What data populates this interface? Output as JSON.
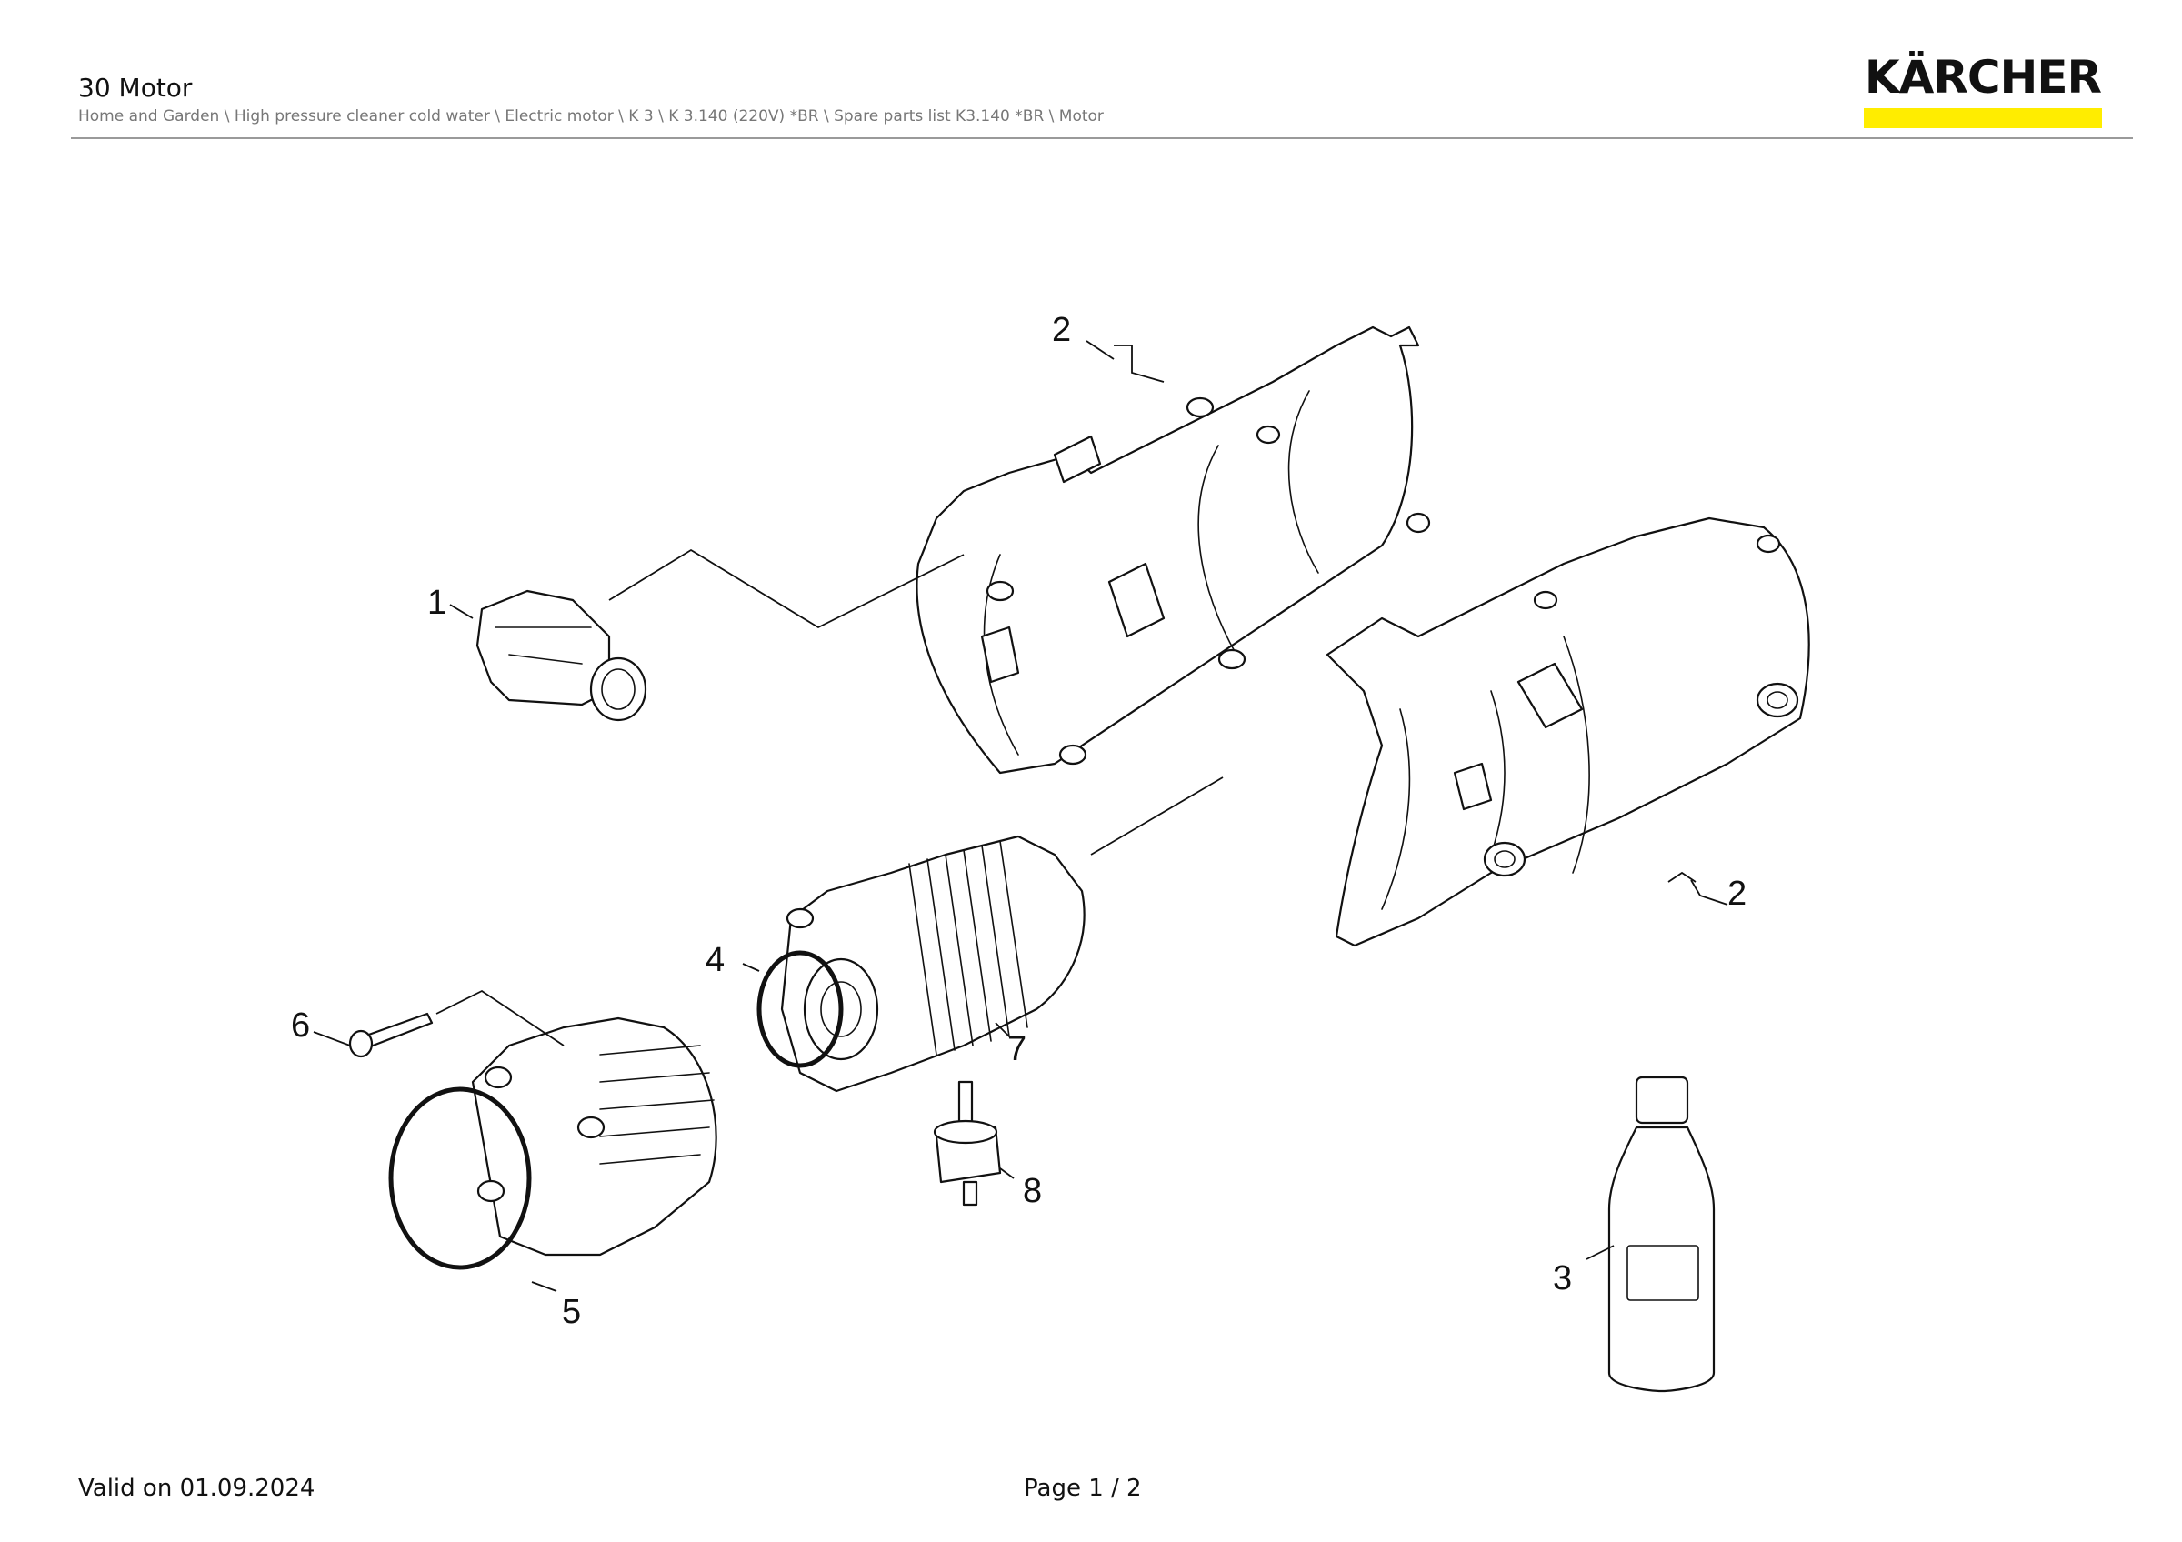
{
  "header": {
    "title": "30 Motor",
    "breadcrumb": "Home and Garden \\ High pressure cleaner cold water \\ Electric motor \\ K 3 \\ K 3.140 (220V) *BR \\ Spare parts list K3.140 *BR \\ Motor",
    "logo_text": "KÄRCHER",
    "brand_color": "#ffed00"
  },
  "drawing": {
    "callouts": [
      "1",
      "2",
      "2",
      "3",
      "4",
      "5",
      "6",
      "7",
      "8"
    ],
    "parts": [
      {
        "icon": "switch-assembly-icon"
      },
      {
        "icon": "housing-half-upper-icon"
      },
      {
        "icon": "housing-half-lower-icon"
      },
      {
        "icon": "oil-bottle-icon"
      },
      {
        "icon": "o-ring-small-icon"
      },
      {
        "icon": "pump-head-icon"
      },
      {
        "icon": "screw-icon"
      },
      {
        "icon": "electric-motor-icon"
      },
      {
        "icon": "capacitor-icon"
      }
    ]
  },
  "footer": {
    "valid_text": "Valid on 01.09.2024",
    "page_text": "Page 1 / 2"
  }
}
